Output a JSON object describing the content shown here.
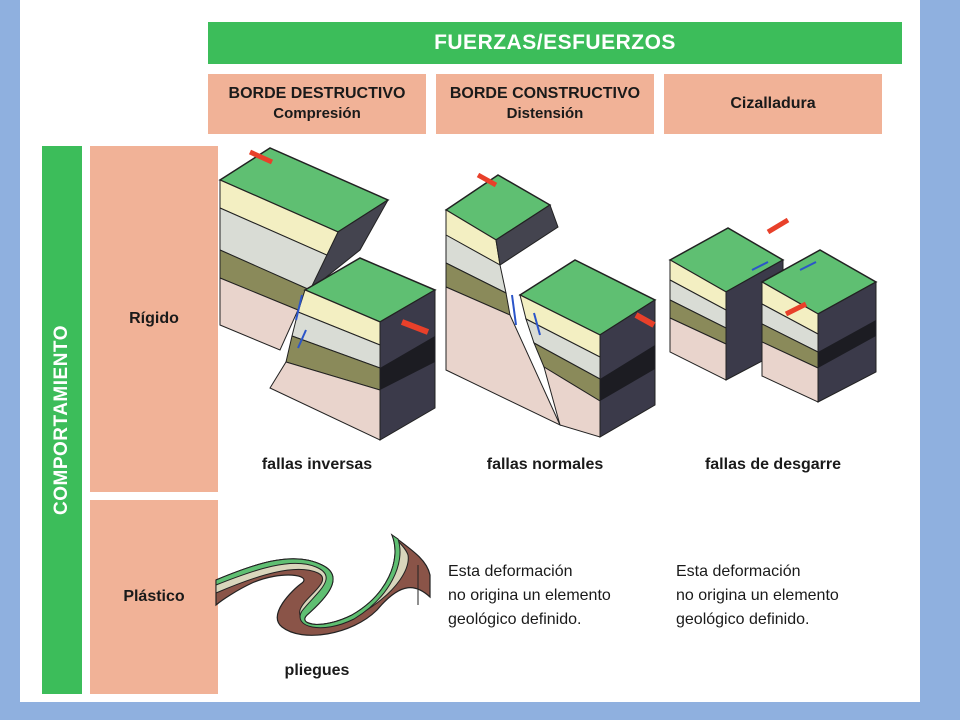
{
  "header": {
    "title": "FUERZAS/ESFUERZOS"
  },
  "columns": [
    {
      "line1": "BORDE DESTRUCTIVO",
      "line2": "Compresión"
    },
    {
      "line1": "BORDE CONSTRUCTIVO",
      "line2": "Distensión"
    },
    {
      "line1": "Cizalladura",
      "line2": ""
    }
  ],
  "side": {
    "label": "COMPORTAMIENTO"
  },
  "rows": [
    {
      "label": "Rígido"
    },
    {
      "label": "Plástico"
    }
  ],
  "captions": {
    "reverse": "fallas inversas",
    "normal": "fallas normales",
    "strike": "fallas de desgarre",
    "folds": "pliegues"
  },
  "notes": {
    "col2": [
      "Esta deformación",
      "no origina un elemento",
      "geológico definido."
    ],
    "col3": [
      "Esta deformación",
      "no origina un elemento",
      "geológico definido."
    ]
  },
  "colors": {
    "green": "#3cbd5a",
    "salmon": "#f1b297",
    "frame": "#8fb0df",
    "arrow_red": "#e8402a",
    "arrow_blue": "#2b55c9"
  }
}
